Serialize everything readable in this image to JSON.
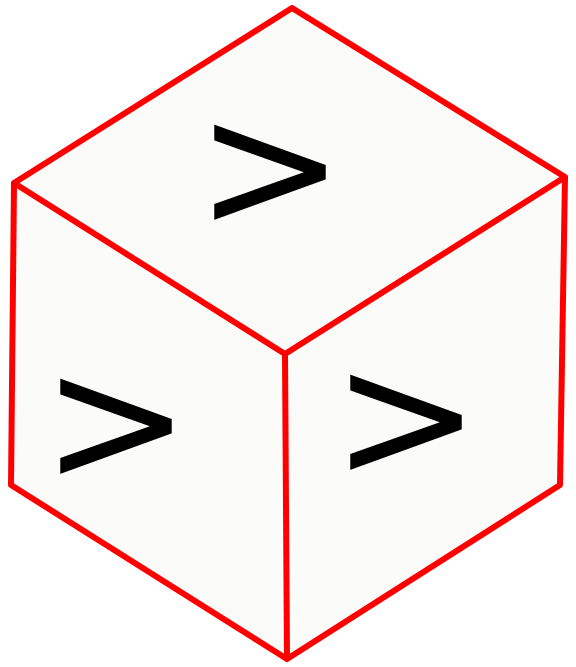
{
  "cube": {
    "faces": [
      {
        "name": "top",
        "symbol": ">"
      },
      {
        "name": "left",
        "symbol": ">"
      },
      {
        "name": "right",
        "symbol": ">"
      }
    ],
    "colors": {
      "edge": "#ff0000",
      "face_fill": "#fbfbf9",
      "symbol": "#000000",
      "background": "#ffffff"
    }
  }
}
